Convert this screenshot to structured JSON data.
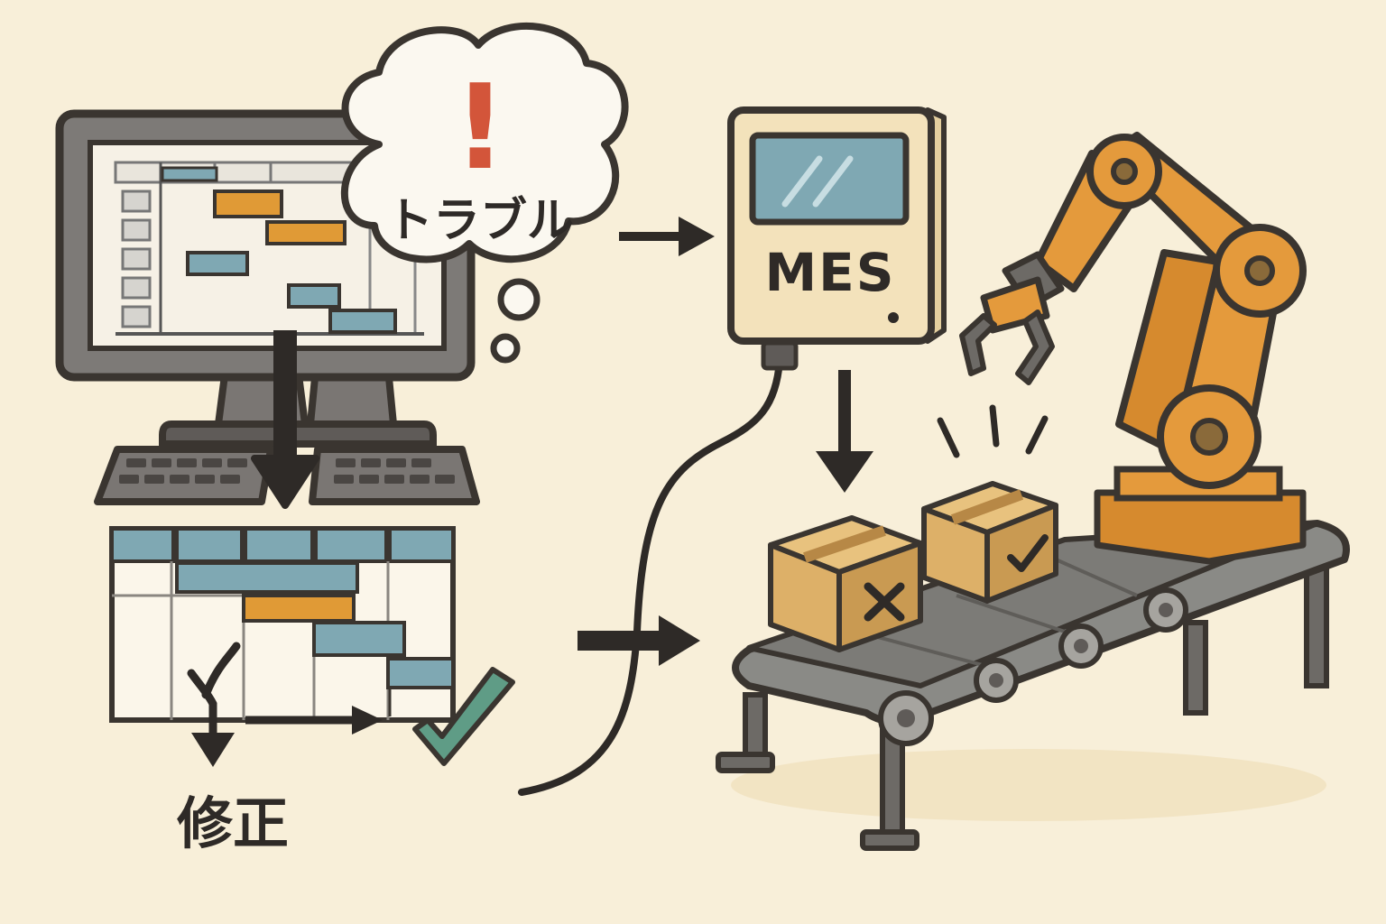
{
  "labels": {
    "trouble": "トラブル",
    "alert_mark": "!",
    "mes": "MES",
    "correction": "修正"
  },
  "colors": {
    "background": "#f8efd9",
    "outline": "#3a3530",
    "gantt_teal": "#7fa8b3",
    "gantt_orange": "#e09a36",
    "robot_orange": "#e49a3c",
    "box_tan": "#ddb068",
    "check_green": "#5f9c86",
    "alert_red": "#d3553a",
    "mes_panel": "#f3e2bb",
    "mes_screen": "#7fa8b3",
    "conveyor_gray": "#8a8a86"
  },
  "icons": {
    "monitor": "monitor-icon",
    "keyboard": "keyboard-icon",
    "thought_bubble": "thought-bubble-icon",
    "schedule": "gantt-chart-icon",
    "mes_terminal": "mes-terminal-icon",
    "robot_arm": "robot-arm-icon",
    "conveyor": "conveyor-belt-icon",
    "rejected_box": "box-x-icon",
    "approved_box": "box-check-icon",
    "check": "check-icon"
  }
}
